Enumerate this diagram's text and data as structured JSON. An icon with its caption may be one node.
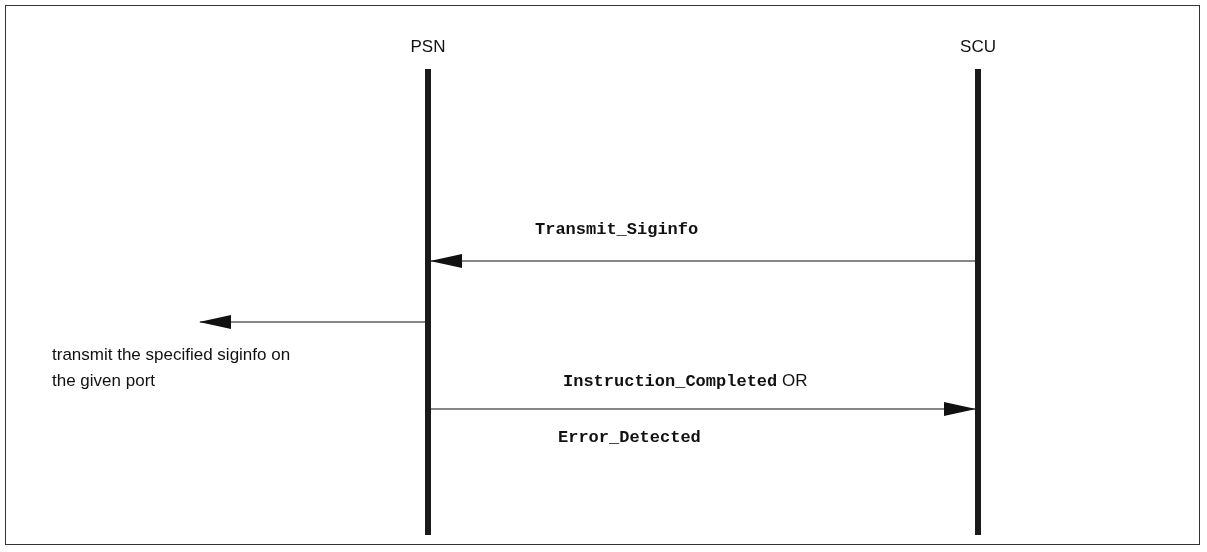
{
  "diagram": {
    "nodes": [
      {
        "text": [
          "PSN"
        ]
      },
      {
        "text": [
          "SCU"
        ]
      }
    ],
    "edges": [
      {
        "from": 1,
        "to": 0,
        "arrow": "to",
        "label": "**Transmit_Siginfo**"
      },
      {
        "from": 0,
        "to": null,
        "arrow": "to",
        "label": "transmit the specified siginfo on the given port"
      },
      {
        "from": 0,
        "to": 1,
        "arrow": "to",
        "label": "**Instruction_Completed** OR"
      }
    ],
    "labels": [
      "**Error_Detected**"
    ]
  }
}
